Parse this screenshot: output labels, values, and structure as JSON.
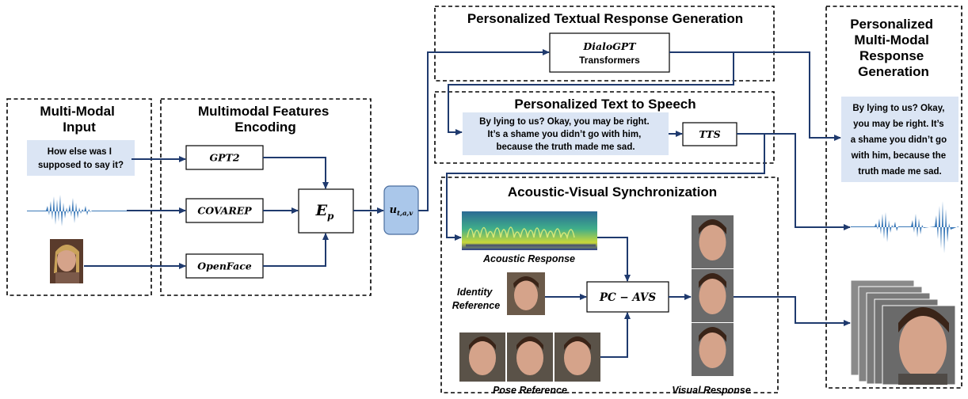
{
  "sections": {
    "input_title": [
      "Multi-Modal",
      "Input"
    ],
    "encoding_title": [
      "Multimodal Features",
      "Encoding"
    ],
    "textual_title": "Personalized Textual Response Generation",
    "tts_title": "Personalized Text to Speech",
    "avs_title": "Acoustic-Visual Synchronization",
    "output_title": [
      "Personalized",
      "Multi-Modal",
      "Response",
      "Generation"
    ]
  },
  "input_text": [
    "How else was I",
    "supposed to say it?"
  ],
  "modules": {
    "gpt2": "GPT2",
    "covarep": "COVAREP",
    "openface": "OpenFace",
    "ep": "E",
    "ep_sub": "p",
    "utav": "u",
    "utav_sub": "t,a,v",
    "dialogpt": "DialoGPT",
    "transformers": "Transformers",
    "tts": "TTS",
    "pcavs": "PC − AVS"
  },
  "response_text": [
    "By lying to us? Okay, you may be right.",
    "It’s a shame you didn’t go with him,",
    "because the truth made me sad."
  ],
  "output_text": [
    "By lying to us? Okay,",
    "you may be right. It’s",
    "a shame you didn’t go",
    "with him, because the",
    "truth made me sad."
  ],
  "captions": {
    "acoustic": "Acoustic  Response",
    "identity": [
      "Identity",
      "Reference"
    ],
    "pose": "Pose Reference",
    "visual": "Visual Response"
  },
  "colors": {
    "wire": "#1f3a6e",
    "bubble": "#dbe5f4",
    "utav_box": "#aac7ea",
    "waveform": "#3b79b8"
  },
  "icons": [
    "waveform-icon",
    "face-image",
    "spectrogram-image"
  ]
}
